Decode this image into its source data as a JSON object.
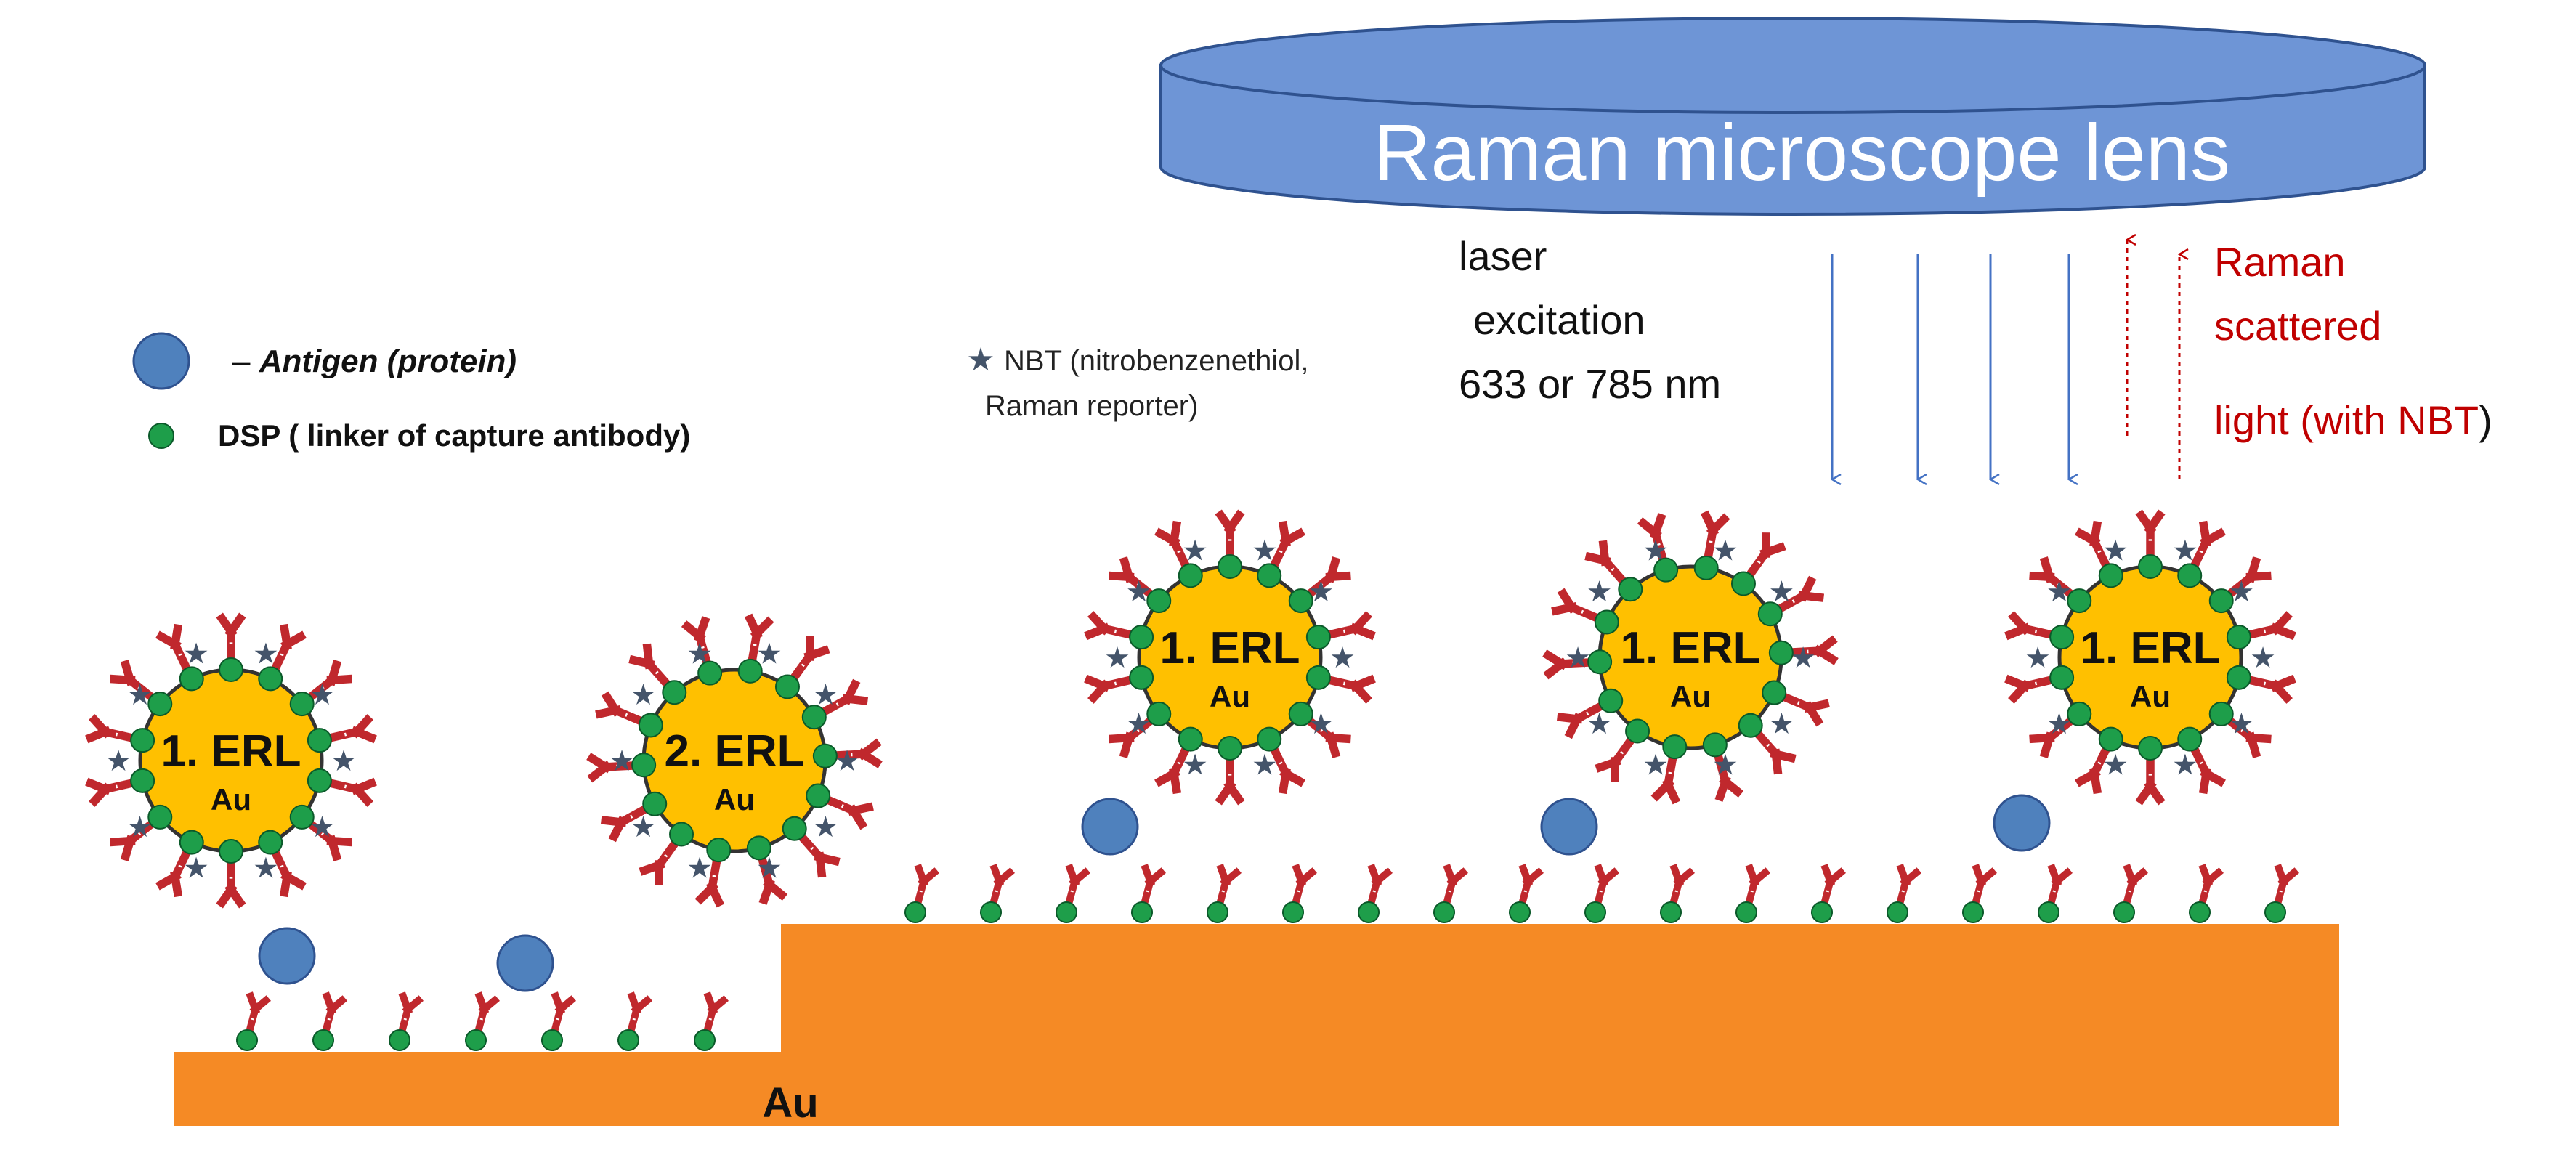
{
  "lens": {
    "label": "Raman microscope lens",
    "color": "#6E95D6",
    "stroke": "#2F528F"
  },
  "laser": {
    "line1": "laser",
    "line2": "excitation",
    "line3": "633 or 785 nm",
    "arrow_color": "#4472C4"
  },
  "raman": {
    "line1": "Raman",
    "line2": "scattered",
    "line3": "light  (with NBT",
    "line3_paren": ")",
    "color": "#C00000"
  },
  "legend": {
    "antigen": {
      "dash": "– ",
      "label": "Antigen (protein)",
      "color": "#4F81BD"
    },
    "dsp": {
      "label": "DSP ( linker of capture antibody)",
      "color": "#1E9E4A"
    },
    "nbt": {
      "symbol": "★",
      "line1": "NBT (nitrobenzenethiol,",
      "line2": "Raman reporter)",
      "color": "#44546A"
    }
  },
  "substrate": {
    "label": "Au",
    "color": "#F58A25"
  },
  "antibody_color": "#C0282D",
  "nanoparticles": [
    {
      "label": "1. ERL",
      "sub": "Au"
    },
    {
      "label": "2. ERL",
      "sub": "Au"
    },
    {
      "label": "1. ERL",
      "sub": "Au"
    },
    {
      "label": "1. ERL",
      "sub": "Au"
    },
    {
      "label": "1. ERL",
      "sub": "Au"
    }
  ],
  "particle_fill": "#FFC000"
}
